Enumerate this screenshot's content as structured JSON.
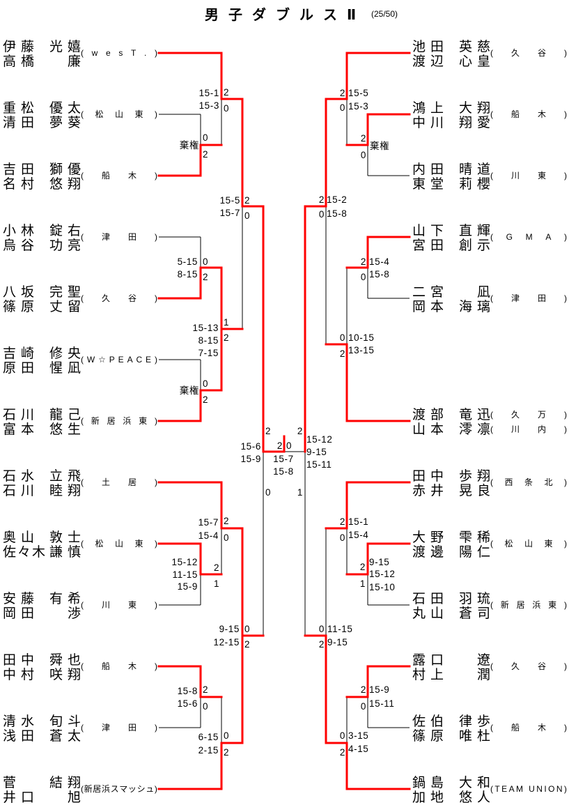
{
  "title": {
    "text": "男子ダブルスⅡ",
    "count": "(25/50)"
  },
  "colors": {
    "winner_line": "#ff0000",
    "line": "#000000"
  },
  "left_teams": [
    {
      "players": [
        {
          "family": "伊藤",
          "given": "光嬉"
        },
        {
          "family": "高橋",
          "given": "廉"
        }
      ],
      "affiliation": [
        "wesT."
      ]
    },
    {
      "players": [
        {
          "family": "重松",
          "given": "優太"
        },
        {
          "family": "清田",
          "given": "夢葵"
        }
      ],
      "affiliation": [
        "松山東"
      ]
    },
    {
      "players": [
        {
          "family": "吉田",
          "given": "獅優"
        },
        {
          "family": "名村",
          "given": "悠翔"
        }
      ],
      "affiliation": [
        "船木"
      ]
    },
    {
      "players": [
        {
          "family": "小林",
          "given": "錠右"
        },
        {
          "family": "烏谷",
          "given": "功亮"
        }
      ],
      "affiliation": [
        "津田"
      ]
    },
    {
      "players": [
        {
          "family": "八坂",
          "given": "完聖"
        },
        {
          "family": "篠原",
          "given": "丈留"
        }
      ],
      "affiliation": [
        "久谷"
      ]
    },
    {
      "players": [
        {
          "family": "吉崎",
          "given": "修央"
        },
        {
          "family": "原田",
          "given": "惺凪"
        }
      ],
      "affiliation": [
        "W☆PEACE"
      ]
    },
    {
      "players": [
        {
          "family": "石川",
          "given": "龍己"
        },
        {
          "family": "富本",
          "given": "悠生"
        }
      ],
      "affiliation": [
        "新居浜東"
      ]
    },
    {
      "players": [
        {
          "family": "石水",
          "given": "立飛"
        },
        {
          "family": "石川",
          "given": "睦翔"
        }
      ],
      "affiliation": [
        "土居"
      ]
    },
    {
      "players": [
        {
          "family": "奥山",
          "given": "敦士"
        },
        {
          "family": "佐々木",
          "given": "謙慎"
        }
      ],
      "affiliation": [
        "松山東"
      ]
    },
    {
      "players": [
        {
          "family": "安藤",
          "given": "有希"
        },
        {
          "family": "岡田",
          "given": "渉"
        }
      ],
      "affiliation": [
        "川東"
      ]
    },
    {
      "players": [
        {
          "family": "田中",
          "given": "舜也"
        },
        {
          "family": "中村",
          "given": "咲翔"
        }
      ],
      "affiliation": [
        "船木"
      ]
    },
    {
      "players": [
        {
          "family": "清水",
          "given": "旬斗"
        },
        {
          "family": "浅田",
          "given": "蒼太"
        }
      ],
      "affiliation": [
        "津田"
      ]
    },
    {
      "players": [
        {
          "family": "菅",
          "given": "結翔"
        },
        {
          "family": "井口",
          "given": "旭"
        }
      ],
      "affiliation": [
        "新居浜スマッシュ"
      ]
    }
  ],
  "right_teams": [
    {
      "players": [
        {
          "family": "池田",
          "given": "英慈"
        },
        {
          "family": "渡辺",
          "given": "心皇"
        }
      ],
      "affiliation": [
        "久谷"
      ]
    },
    {
      "players": [
        {
          "family": "鴻上",
          "given": "大翔"
        },
        {
          "family": "中川",
          "given": "翔愛"
        }
      ],
      "affiliation": [
        "船木"
      ]
    },
    {
      "players": [
        {
          "family": "内田",
          "given": "晴道"
        },
        {
          "family": "東堂",
          "given": "莉櫻"
        }
      ],
      "affiliation": [
        "川東"
      ]
    },
    {
      "players": [
        {
          "family": "山下",
          "given": "直輝"
        },
        {
          "family": "宮田",
          "given": "創示"
        }
      ],
      "affiliation": [
        "GMA"
      ]
    },
    {
      "players": [
        {
          "family": "二宮",
          "given": "凪"
        },
        {
          "family": "岡本",
          "given": "海璃"
        }
      ],
      "affiliation": [
        "津田"
      ]
    },
    {
      "players": [
        {
          "family": "渡部",
          "given": "竜迅"
        },
        {
          "family": "山本",
          "given": "澪凛"
        }
      ],
      "affiliation": [
        "久万",
        "川内"
      ]
    },
    {
      "players": [
        {
          "family": "田中",
          "given": "歩翔"
        },
        {
          "family": "赤井",
          "given": "晃良"
        }
      ],
      "affiliation": [
        "西条北"
      ]
    },
    {
      "players": [
        {
          "family": "大野",
          "given": "雫稀"
        },
        {
          "family": "渡邊",
          "given": "陽仁"
        }
      ],
      "affiliation": [
        "松山東"
      ]
    },
    {
      "players": [
        {
          "family": "石田",
          "given": "羽琉"
        },
        {
          "family": "丸山",
          "given": "蒼司"
        }
      ],
      "affiliation": [
        "新居浜東"
      ]
    },
    {
      "players": [
        {
          "family": "露口",
          "given": "遼"
        },
        {
          "family": "村上",
          "given": "潤"
        }
      ],
      "affiliation": [
        "久谷"
      ]
    },
    {
      "players": [
        {
          "family": "佐伯",
          "given": "律歩"
        },
        {
          "family": "篠原",
          "given": "唯杜"
        }
      ],
      "affiliation": [
        "船木"
      ]
    },
    {
      "players": [
        {
          "family": "鍋島",
          "given": "大和"
        },
        {
          "family": "加地",
          "given": "悠人"
        }
      ],
      "affiliation": [
        "TEAM UNION"
      ]
    }
  ],
  "matches": {
    "L1": {
      "games": [],
      "note": "棄権",
      "sets": [
        0,
        2
      ]
    },
    "L2": {
      "games": [
        "15-1",
        "15-3"
      ],
      "sets": [
        2,
        0
      ]
    },
    "L3": {
      "games": [
        "5-15",
        "8-15"
      ],
      "sets": [
        0,
        2
      ]
    },
    "L4": {
      "games": [],
      "note": "棄権",
      "sets": [
        0,
        2
      ]
    },
    "L5": {
      "games": [
        "15-13",
        "8-15",
        "7-15"
      ],
      "sets": [
        1,
        2
      ]
    },
    "L6": {
      "games": [
        "15-5",
        "15-7"
      ],
      "sets": [
        2,
        0
      ]
    },
    "L7": {
      "games": [
        "15-12",
        "11-15",
        "15-9"
      ],
      "sets": [
        2,
        1
      ]
    },
    "L8": {
      "games": [
        "15-7",
        "15-4"
      ],
      "sets": [
        2,
        0
      ]
    },
    "L9": {
      "games": [
        "15-8",
        "15-6"
      ],
      "sets": [
        2,
        0
      ]
    },
    "L10": {
      "games": [
        "6-15",
        "2-15"
      ],
      "sets": [
        0,
        2
      ]
    },
    "L11": {
      "games": [
        "9-15",
        "12-15"
      ],
      "sets": [
        0,
        2
      ]
    },
    "LSF": {
      "games": [
        "15-6",
        "15-9"
      ],
      "sets": [
        2,
        0
      ]
    },
    "F": {
      "games": [
        "15-7",
        "15-8"
      ],
      "sets": [
        2,
        0
      ]
    },
    "RSF": {
      "games": [
        "15-12",
        "9-15",
        "15-11"
      ],
      "sets": [
        2,
        1
      ]
    },
    "R1": {
      "games": [],
      "note": "棄権",
      "sets": [
        2,
        0
      ]
    },
    "R2": {
      "games": [
        "15-5",
        "15-3"
      ],
      "sets": [
        2,
        0
      ]
    },
    "R3": {
      "games": [
        "15-4",
        "15-8"
      ],
      "sets": [
        2,
        0
      ]
    },
    "R4": {
      "games": [
        "10-15",
        "13-15"
      ],
      "sets": [
        0,
        2
      ]
    },
    "R5": {
      "games": [
        "15-2",
        "15-8"
      ],
      "sets": [
        2,
        0
      ]
    },
    "R6": {
      "games": [
        "9-15",
        "15-12",
        "15-10"
      ],
      "sets": [
        2,
        1
      ]
    },
    "R7": {
      "games": [
        "15-1",
        "15-4"
      ],
      "sets": [
        2,
        0
      ]
    },
    "R8": {
      "games": [
        "15-9",
        "15-11"
      ],
      "sets": [
        2,
        0
      ]
    },
    "R9": {
      "games": [
        "3-15",
        "4-15"
      ],
      "sets": [
        0,
        2
      ]
    },
    "R10": {
      "games": [
        "11-15",
        "9-15"
      ],
      "sets": [
        0,
        2
      ]
    }
  }
}
